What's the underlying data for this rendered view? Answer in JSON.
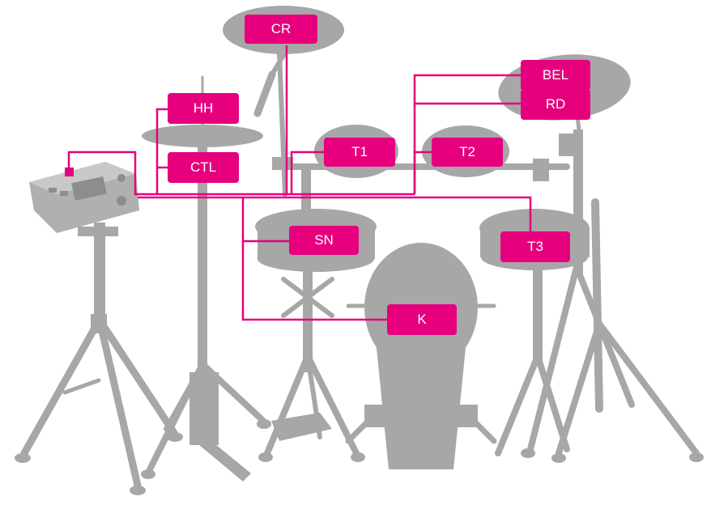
{
  "colors": {
    "accent": "#e6007e",
    "hardware": "#a7a7a7",
    "background": "#ffffff"
  },
  "labels": {
    "cr": "CR",
    "hh": "HH",
    "ctl": "CTL",
    "t1": "T1",
    "t2": "T2",
    "bel": "BEL",
    "rd": "RD",
    "sn": "SN",
    "t3": "T3",
    "k": "K"
  }
}
